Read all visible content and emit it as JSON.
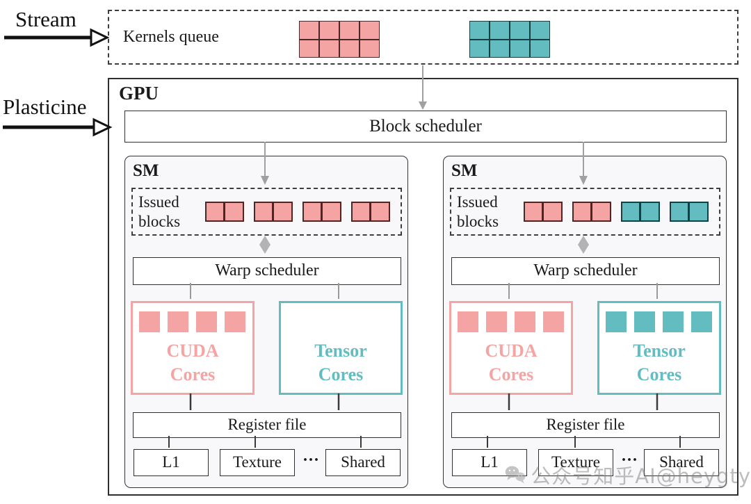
{
  "colors": {
    "pink": "#f4a5a3",
    "teal": "#63bdc0",
    "pink-border": "#4b2626",
    "teal-border": "#173e40",
    "arrow-gray": "#a0a0a0",
    "line-dark": "#3a3a3a"
  },
  "labels": {
    "stream": "Stream",
    "plasticine": "Plasticine"
  },
  "kernels_queue": {
    "title": "Kernels queue",
    "grid_pink": [
      "pink",
      "pink",
      "pink",
      "pink",
      "pink",
      "pink",
      "pink",
      "pink"
    ],
    "grid_teal": [
      "teal",
      "teal",
      "teal",
      "teal",
      "teal",
      "teal",
      "teal",
      "teal"
    ]
  },
  "gpu": {
    "title": "GPU",
    "block_scheduler": "Block scheduler",
    "sm_separator": "..."
  },
  "sm": {
    "title": "SM",
    "issued_label_line1": "Issued",
    "issued_label_line2": "blocks",
    "warp_scheduler": "Warp scheduler",
    "cuda_line1": "CUDA",
    "cuda_line2": "Cores",
    "tensor_line1": "Tensor",
    "tensor_line2": "Cores",
    "register_file": "Register file",
    "cache_l1": "L1",
    "cache_texture": "Texture",
    "cache_ellipsis": "...",
    "cache_shared": "Shared"
  },
  "sm_left": {
    "issued_pairs": [
      "pink",
      "pink",
      "pink",
      "pink"
    ],
    "cuda_squares": [
      "pink",
      "pink",
      "pink",
      "pink"
    ],
    "tensor_squares": []
  },
  "sm_right": {
    "issued_pairs": [
      "pink",
      "pink",
      "teal",
      "teal"
    ],
    "cuda_squares": [
      "pink",
      "pink",
      "pink",
      "pink"
    ],
    "tensor_squares": [
      "teal",
      "teal",
      "teal",
      "teal"
    ]
  },
  "watermark": {
    "icon": "wechat-icon",
    "text": "公众号知乎AI@heygty"
  }
}
